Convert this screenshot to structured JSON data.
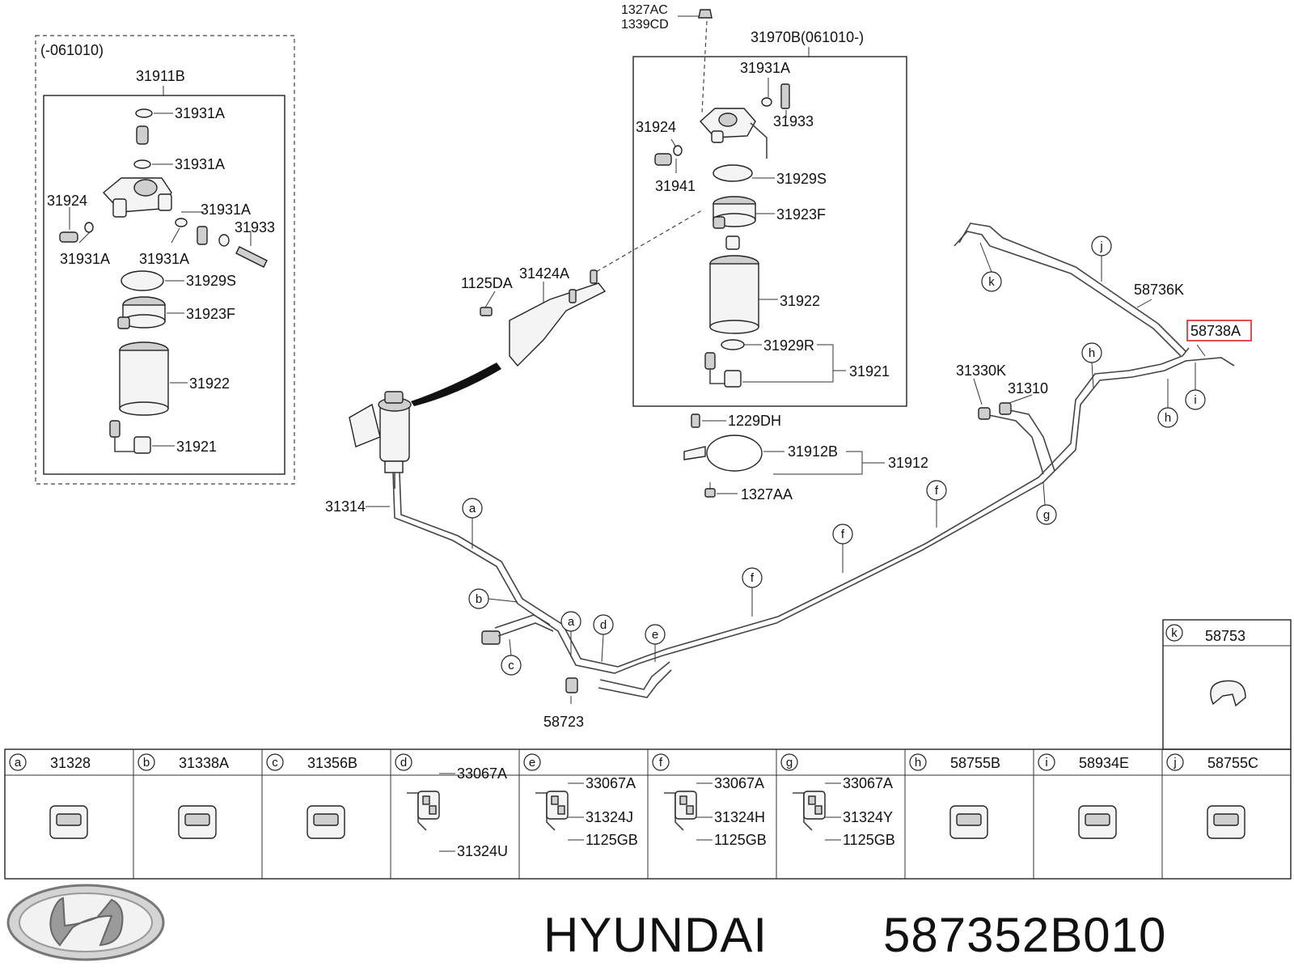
{
  "left_box": {
    "header": "(-061010)",
    "assembly": "31911B",
    "parts": [
      "31931A",
      "31931A",
      "31924",
      "31931A",
      "31933",
      "31931A",
      "31931A",
      "31929S",
      "31923F",
      "31922",
      "31921"
    ]
  },
  "center_box": {
    "assembly": "31970B(061010-)",
    "top_parts": [
      "1327AC",
      "1339CD"
    ],
    "parts": [
      "31931A",
      "31933",
      "31924",
      "31941",
      "31929S",
      "31923F",
      "31922",
      "31929R",
      "31921"
    ]
  },
  "bracket": {
    "parts": [
      "1125DA",
      "31424A"
    ]
  },
  "clamp": {
    "parts": [
      "1229DH",
      "31912B",
      "31912",
      "1327AA"
    ]
  },
  "lines": {
    "parts": [
      "31314",
      "31330K",
      "31310",
      "58736K",
      "58738A",
      "58723"
    ]
  },
  "callouts": [
    "a",
    "b",
    "c",
    "a",
    "d",
    "e",
    "f",
    "f",
    "f",
    "g",
    "h",
    "h",
    "i",
    "j",
    "k"
  ],
  "legend_k": {
    "letter": "k",
    "part": "58753"
  },
  "legend": [
    {
      "letter": "a",
      "part": "31328",
      "sub": []
    },
    {
      "letter": "b",
      "part": "31338A",
      "sub": []
    },
    {
      "letter": "c",
      "part": "31356B",
      "sub": []
    },
    {
      "letter": "d",
      "part": "",
      "sub": [
        "33067A",
        "31324U"
      ]
    },
    {
      "letter": "e",
      "part": "",
      "sub": [
        "33067A",
        "31324J",
        "1125GB"
      ]
    },
    {
      "letter": "f",
      "part": "",
      "sub": [
        "33067A",
        "31324H",
        "1125GB"
      ]
    },
    {
      "letter": "g",
      "part": "",
      "sub": [
        "33067A",
        "31324Y",
        "1125GB"
      ]
    },
    {
      "letter": "h",
      "part": "58755B",
      "sub": []
    },
    {
      "letter": "i",
      "part": "58934E",
      "sub": []
    },
    {
      "letter": "j",
      "part": "58755C",
      "sub": []
    }
  ],
  "footer": {
    "brand": "HYUNDAI",
    "part_number": "587352B010",
    "logo": "hyundai-logo"
  },
  "colors": {
    "highlight": "#dd2222",
    "ink": "#222222",
    "background": "#ffffff"
  }
}
